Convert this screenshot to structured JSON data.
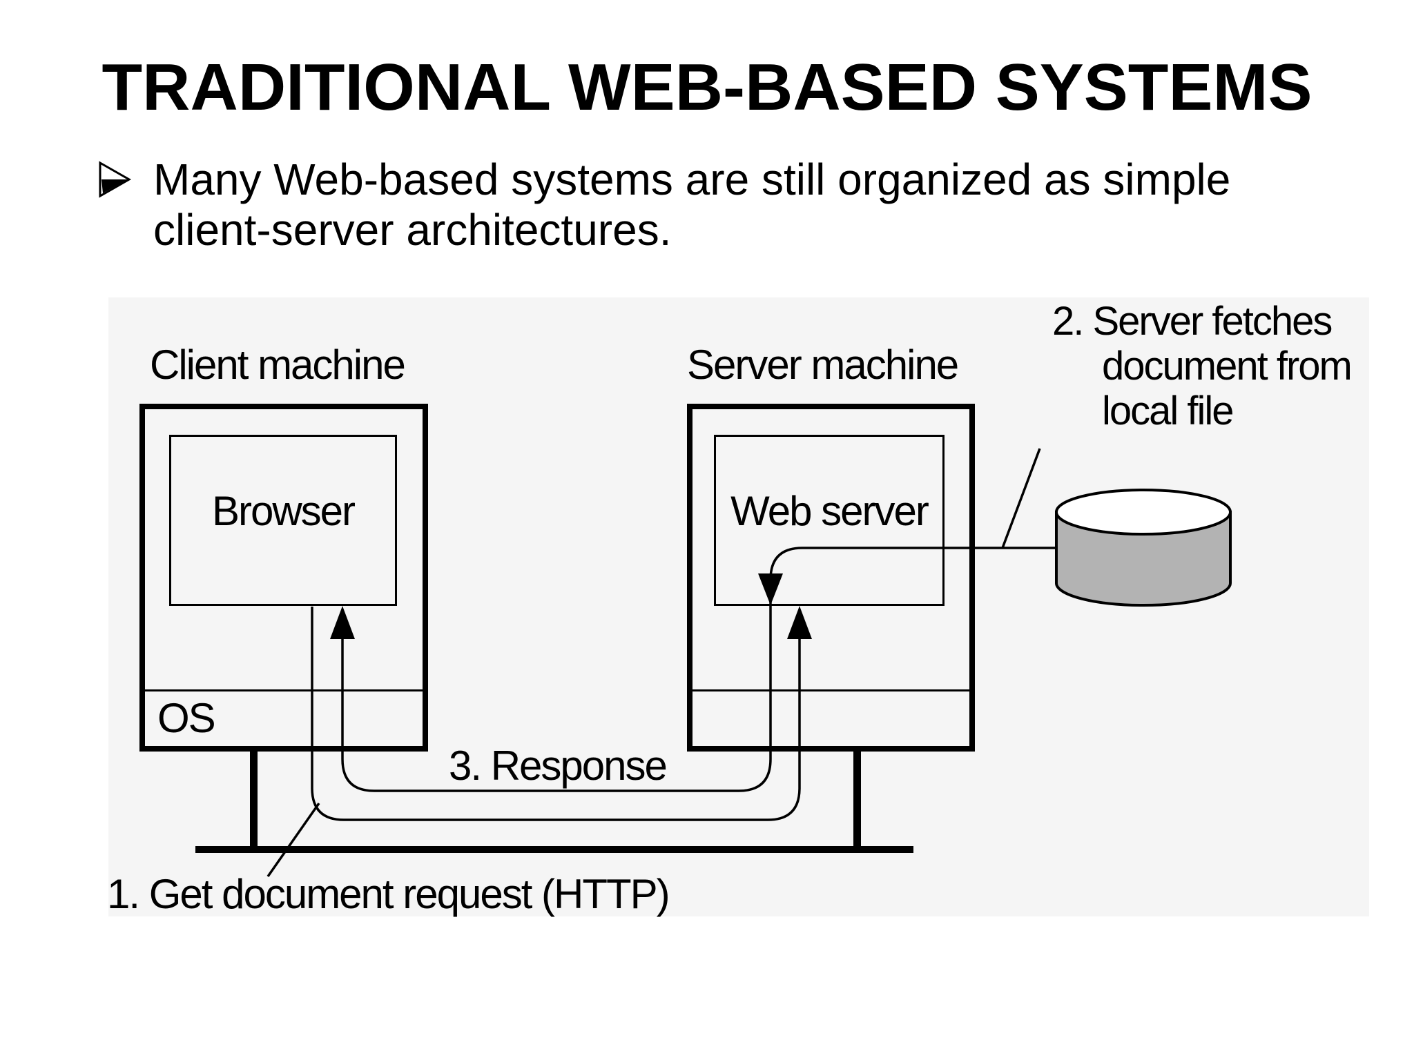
{
  "slide": {
    "title": "TRADITIONAL WEB-BASED SYSTEMS",
    "bullet": {
      "line1": "Many Web-based systems are still organized as simple",
      "line2": "client-server architectures."
    }
  },
  "diagram": {
    "client_machine_label": "Client machine",
    "server_machine_label": "Server machine",
    "browser_label": "Browser",
    "web_server_label": "Web server",
    "os_label": "OS",
    "annotations": {
      "step1": "1. Get document request (HTTP)",
      "step2_line1": "2. Server fetches",
      "step2_line2": "document from",
      "step2_line3": "local file",
      "step3": "3. Response"
    },
    "icons": {
      "disk": "database-cylinder-icon",
      "bullet": "arrowhead-bullet-icon"
    }
  },
  "colors": {
    "background": "#ffffff",
    "panel": "#f5f5f5",
    "ink": "#000000",
    "disk_body": "#b3b3b3",
    "disk_top": "#ffffff"
  }
}
